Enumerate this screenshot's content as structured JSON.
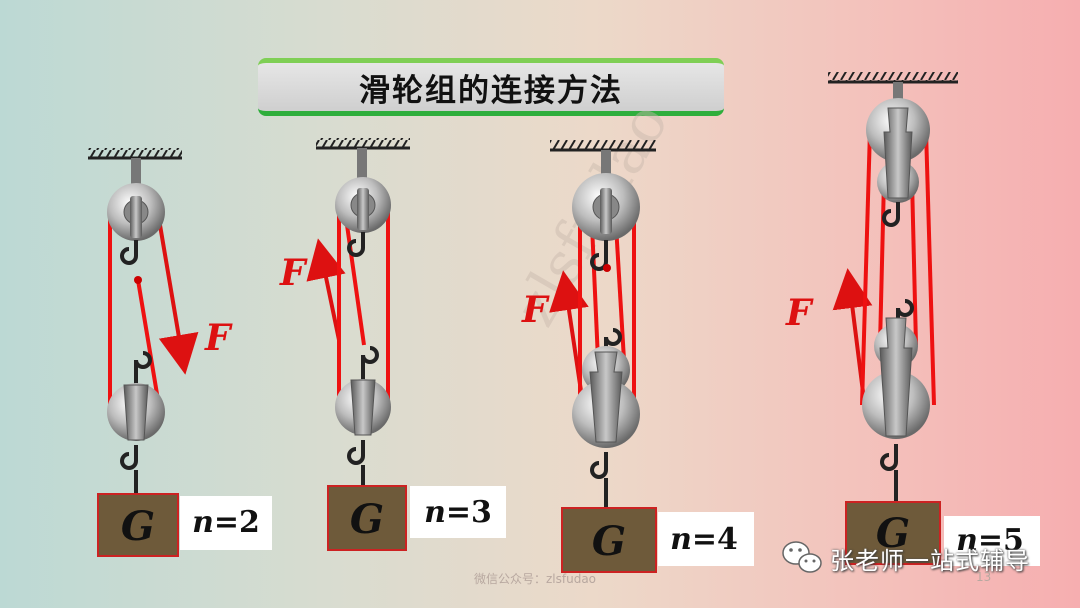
{
  "slide": {
    "title": "滑轮组的连接方法",
    "watermark": "zlsfudao",
    "page_number": "13",
    "footer_account": "微信公众号：zlsfudao",
    "brand_text": "张老师一站式辅导"
  },
  "pulley_systems": [
    {
      "load_label": "G",
      "n_symbol": "n",
      "n_value": "=2",
      "force_label": "F"
    },
    {
      "load_label": "G",
      "n_symbol": "n",
      "n_value": "=3",
      "force_label": "F"
    },
    {
      "load_label": "G",
      "n_symbol": "n",
      "n_value": "=4",
      "force_label": "F"
    },
    {
      "load_label": "G",
      "n_symbol": "n",
      "n_value": "=5",
      "force_label": "F"
    }
  ],
  "colors": {
    "rope": "#ee1111",
    "force": "#dd1111",
    "load_box": "#6e5a3a",
    "load_border": "#cc2222",
    "ceiling": "#222222"
  },
  "icons": [
    "wechat-icon"
  ]
}
